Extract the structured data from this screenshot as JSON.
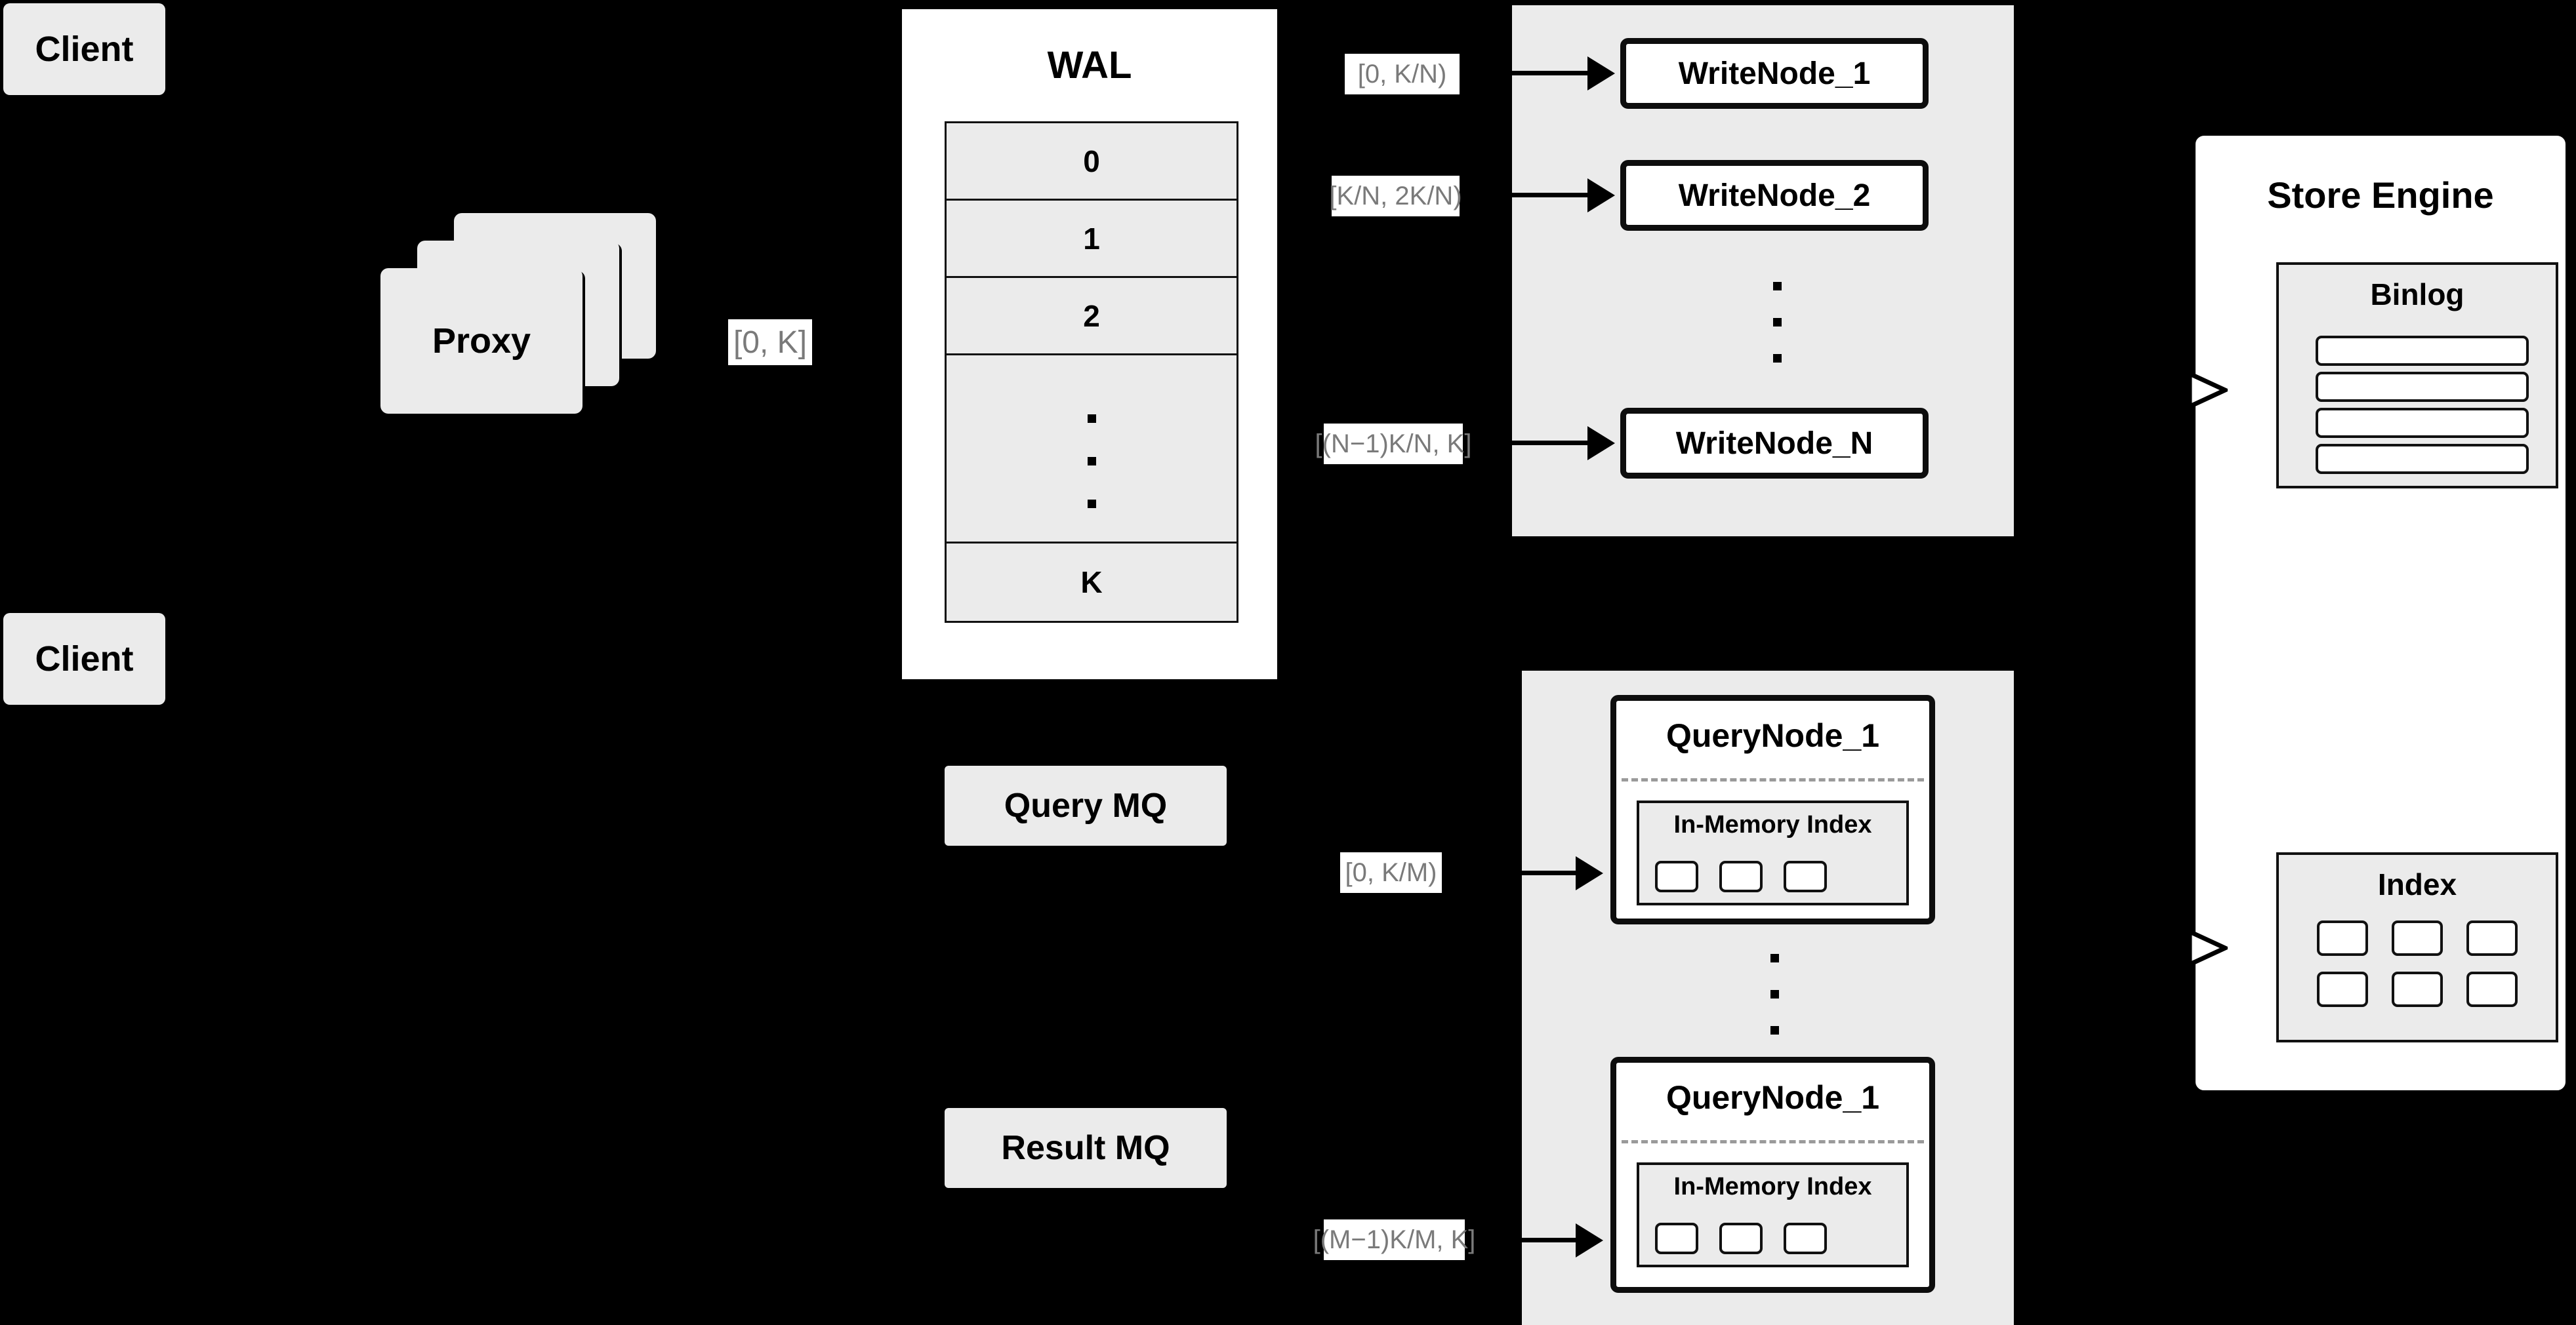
{
  "diagram": {
    "title": "Distributed Write/Query Architecture",
    "background_color": "#000000",
    "box_fill": "#ebebeb",
    "panel_fill": "#ffffff",
    "label_text_color": "#7a7a7a",
    "stroke_color": "#000000"
  },
  "clients": [
    {
      "label": "Client"
    },
    {
      "label": "Client"
    }
  ],
  "proxy": {
    "label": "Proxy",
    "stack_count": 3
  },
  "wal": {
    "title": "WAL",
    "cells": [
      {
        "label": "0"
      },
      {
        "label": "1"
      },
      {
        "label": "2"
      },
      {
        "label": ""
      },
      {
        "label": "K"
      }
    ],
    "ellipsis_dots": 3
  },
  "mq": {
    "query": {
      "label": "Query MQ"
    },
    "result": {
      "label": "Result MQ"
    }
  },
  "write_cluster": {
    "nodes": [
      {
        "label": "WriteNode_1",
        "range_label": "[0,  K/N)"
      },
      {
        "label": "WriteNode_2",
        "range_label": "[K/N, 2K/N)"
      },
      {
        "label": "WriteNode_N",
        "range_label": "[(N−1)K/N,  K]"
      }
    ],
    "ellipsis_dots": 3
  },
  "query_cluster": {
    "nodes": [
      {
        "label": "QueryNode_1",
        "range_label": "[0, K/M)",
        "index": {
          "title": "In-Memory Index",
          "cells": 3
        }
      },
      {
        "label": "QueryNode_1",
        "range_label": "[(M−1)K/M, K]",
        "index": {
          "title": "In-Memory Index",
          "cells": 3
        }
      }
    ],
    "ellipsis_dots": 3
  },
  "store_engine": {
    "title": "Store Engine",
    "binlog": {
      "title": "Binlog",
      "rows": 4
    },
    "index": {
      "title": "Index",
      "rows": 2,
      "cols": 3
    }
  },
  "edges": {
    "proxy_to_wal": {
      "label": "[0, K]"
    }
  }
}
